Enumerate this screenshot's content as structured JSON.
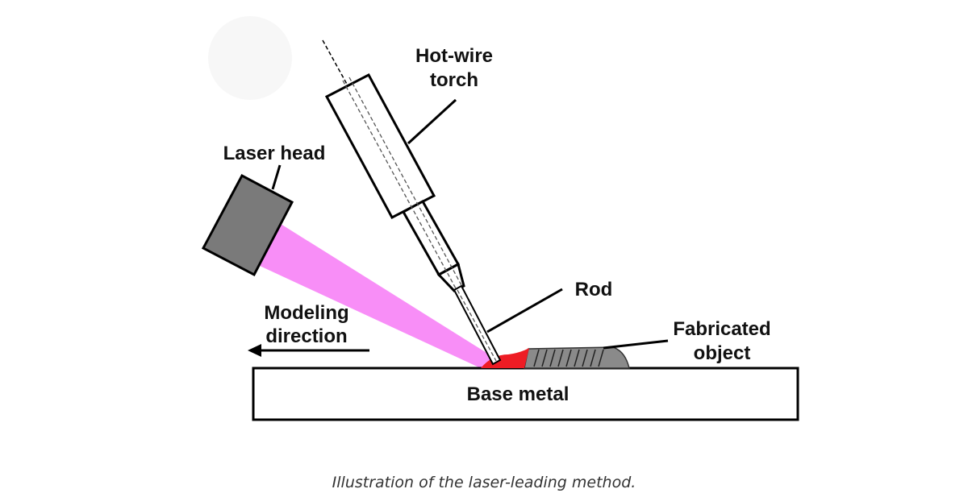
{
  "diagram": {
    "labels": {
      "torch_line1": "Hot-wire",
      "torch_line2": "torch",
      "laser_head": "Laser head",
      "rod": "Rod",
      "fabricated_line1": "Fabricated",
      "fabricated_line2": "object",
      "modeling_line1": "Modeling",
      "modeling_line2": "direction",
      "base_metal": "Base metal"
    },
    "colors": {
      "laser_beam": "#f88ef7",
      "laser_head": "#7a7a7a",
      "molten_pool": "#ee1c24",
      "fabricated_object": "#8a8a8a"
    }
  },
  "caption": "Illustration of the laser-leading method."
}
